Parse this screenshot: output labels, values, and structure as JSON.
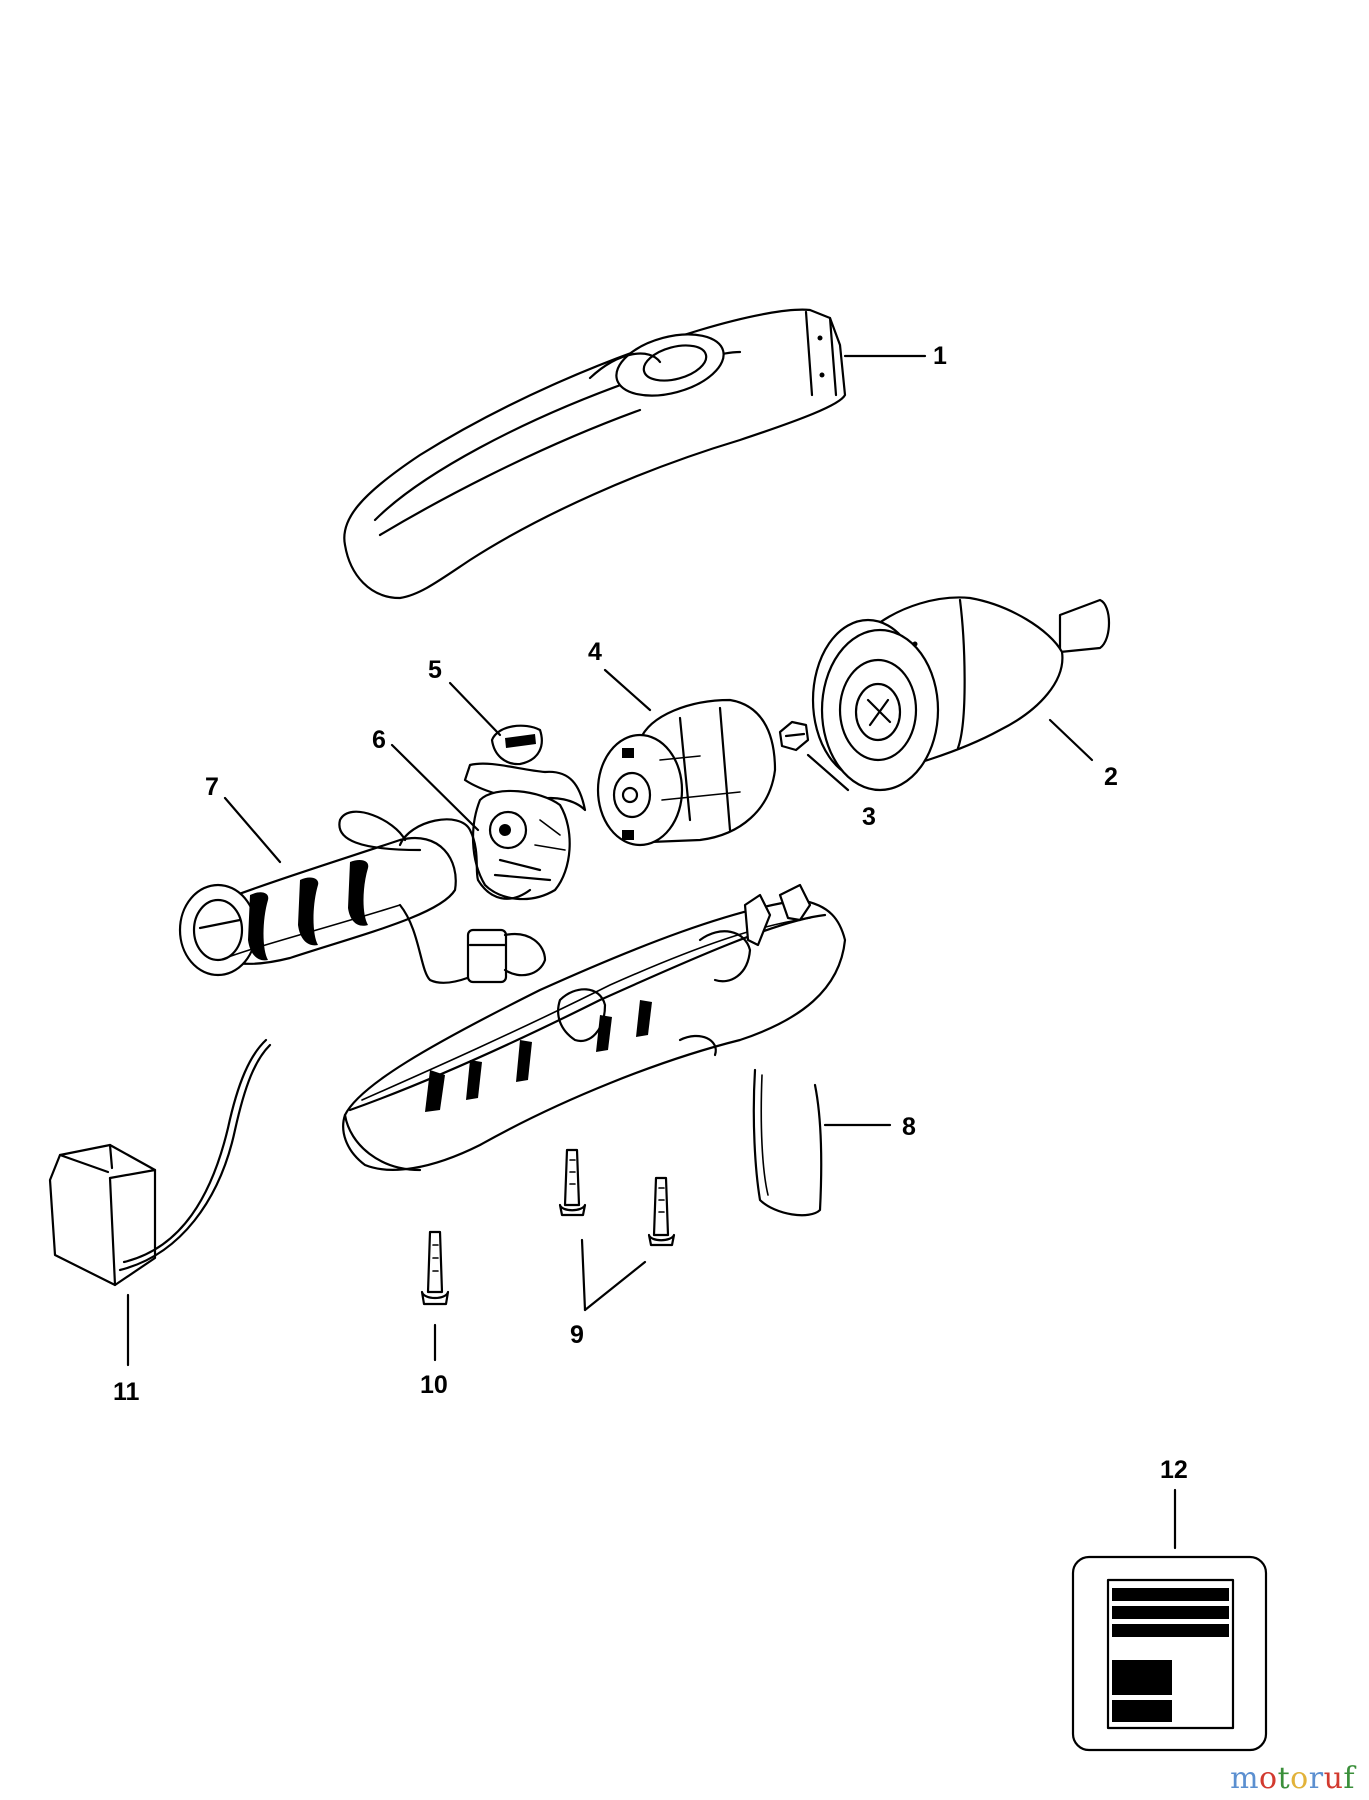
{
  "parts": [
    {
      "number": "1"
    },
    {
      "number": "2"
    },
    {
      "number": "3"
    },
    {
      "number": "4"
    },
    {
      "number": "5"
    },
    {
      "number": "6"
    },
    {
      "number": "7"
    },
    {
      "number": "8"
    },
    {
      "number": "9"
    },
    {
      "number": "10"
    },
    {
      "number": "11"
    },
    {
      "number": "12"
    }
  ],
  "watermark": {
    "text": "motoruf",
    "letters": [
      "m",
      "o",
      "t",
      "o",
      "r",
      "u",
      "f"
    ],
    "colors": [
      "#5b8fd0",
      "#d23a2f",
      "#3a8f3a",
      "#e2b23a",
      "#5b8fd0",
      "#d23a2f",
      "#3a8f3a"
    ]
  },
  "colors": {
    "ink": "#000000",
    "paper": "#ffffff"
  }
}
